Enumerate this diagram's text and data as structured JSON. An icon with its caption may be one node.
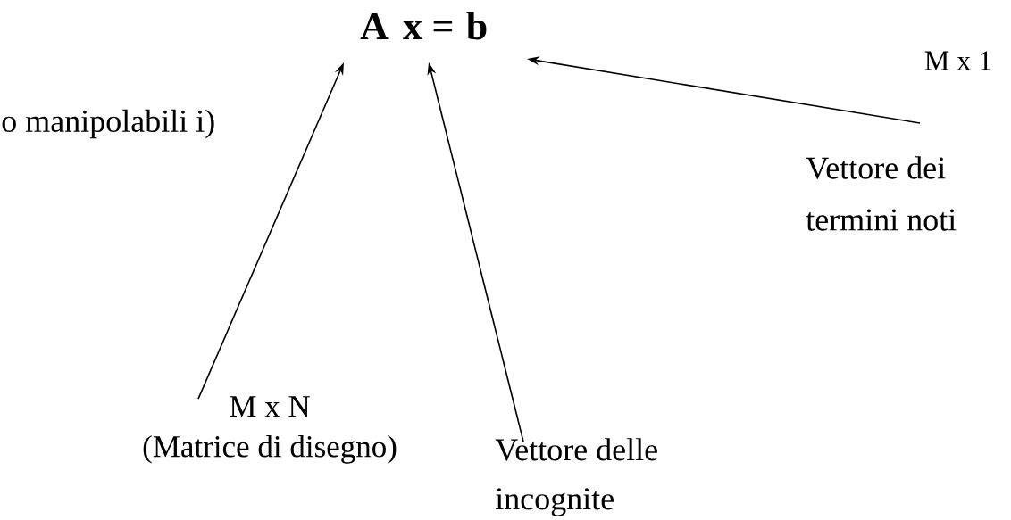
{
  "diagram": {
    "nodes": [
      {
        "text": [
          "A"
        ]
      },
      {
        "text": [
          "x"
        ]
      },
      {
        "text": [
          "b"
        ]
      },
      {
        "text": [
          "M x N",
          "(Matrice di disegno)"
        ]
      },
      {
        "text": [
          "Vettore delle incognite"
        ]
      },
      {
        "text": [
          "Vettore dei termini noti"
        ]
      }
    ],
    "edges": [
      {
        "from": 3,
        "to": 0,
        "arrow": "to"
      },
      {
        "from": 4,
        "to": 1,
        "arrow": "to"
      },
      {
        "from": 5,
        "to": 2,
        "arrow": "to"
      }
    ],
    "labels": [
      "=",
      "M x 1",
      "o manipolabili i)"
    ]
  }
}
